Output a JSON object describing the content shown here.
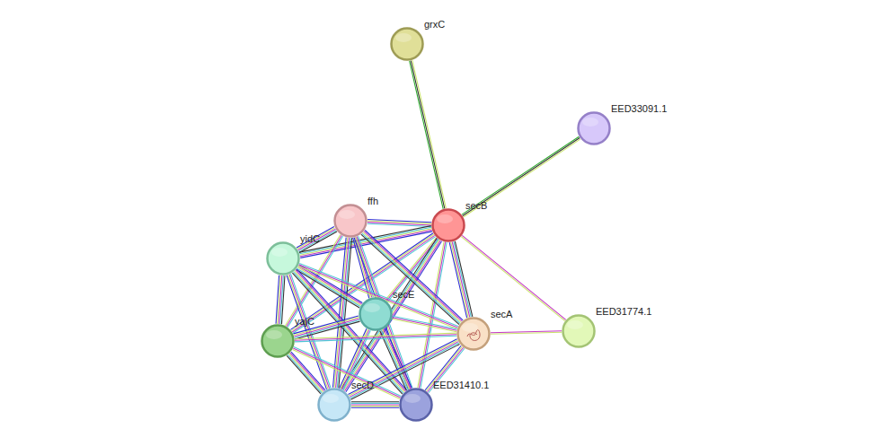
{
  "diagram": {
    "nodes": [
      {
        "text": [
          "grxC"
        ]
      },
      {
        "text": [
          "EED33091.1"
        ]
      },
      {
        "text": [
          "ffh"
        ]
      },
      {
        "text": [
          "secB"
        ]
      },
      {
        "text": [
          "yidC"
        ]
      },
      {
        "text": [
          "secE"
        ]
      },
      {
        "text": [
          "secA"
        ]
      },
      {
        "text": [
          "EED31774.1"
        ]
      },
      {
        "text": [
          "yajC"
        ]
      },
      {
        "text": [
          "secD"
        ]
      },
      {
        "text": [
          "EED31410.1"
        ]
      }
    ],
    "edges": [
      {
        "from": 3,
        "to": 0,
        "arrow": "none"
      },
      {
        "from": 3,
        "to": 1,
        "arrow": "none"
      },
      {
        "from": 3,
        "to": 7,
        "arrow": "none"
      },
      {
        "from": 6,
        "to": 7,
        "arrow": "none"
      },
      {
        "from": 3,
        "to": 2,
        "arrow": "none"
      },
      {
        "from": 3,
        "to": 4,
        "arrow": "none"
      },
      {
        "from": 3,
        "to": 5,
        "arrow": "none"
      },
      {
        "from": 3,
        "to": 6,
        "arrow": "none"
      },
      {
        "from": 3,
        "to": 8,
        "arrow": "none"
      },
      {
        "from": 3,
        "to": 9,
        "arrow": "none"
      },
      {
        "from": 3,
        "to": 10,
        "arrow": "none"
      },
      {
        "from": 2,
        "to": 4,
        "arrow": "none"
      },
      {
        "from": 2,
        "to": 5,
        "arrow": "none"
      },
      {
        "from": 2,
        "to": 6,
        "arrow": "none"
      },
      {
        "from": 2,
        "to": 8,
        "arrow": "none"
      },
      {
        "from": 2,
        "to": 9,
        "arrow": "none"
      },
      {
        "from": 2,
        "to": 10,
        "arrow": "none"
      },
      {
        "from": 4,
        "to": 5,
        "arrow": "none"
      },
      {
        "from": 4,
        "to": 6,
        "arrow": "none"
      },
      {
        "from": 4,
        "to": 8,
        "arrow": "none"
      },
      {
        "from": 4,
        "to": 9,
        "arrow": "none"
      },
      {
        "from": 4,
        "to": 10,
        "arrow": "none"
      },
      {
        "from": 5,
        "to": 6,
        "arrow": "none"
      },
      {
        "from": 5,
        "to": 8,
        "arrow": "none"
      },
      {
        "from": 5,
        "to": 9,
        "arrow": "none"
      },
      {
        "from": 5,
        "to": 10,
        "arrow": "none"
      },
      {
        "from": 6,
        "to": 8,
        "arrow": "none"
      },
      {
        "from": 6,
        "to": 9,
        "arrow": "none"
      },
      {
        "from": 6,
        "to": 10,
        "arrow": "none"
      },
      {
        "from": 8,
        "to": 9,
        "arrow": "none"
      },
      {
        "from": 8,
        "to": 10,
        "arrow": "none"
      },
      {
        "from": 9,
        "to": 10,
        "arrow": "none"
      }
    ]
  }
}
